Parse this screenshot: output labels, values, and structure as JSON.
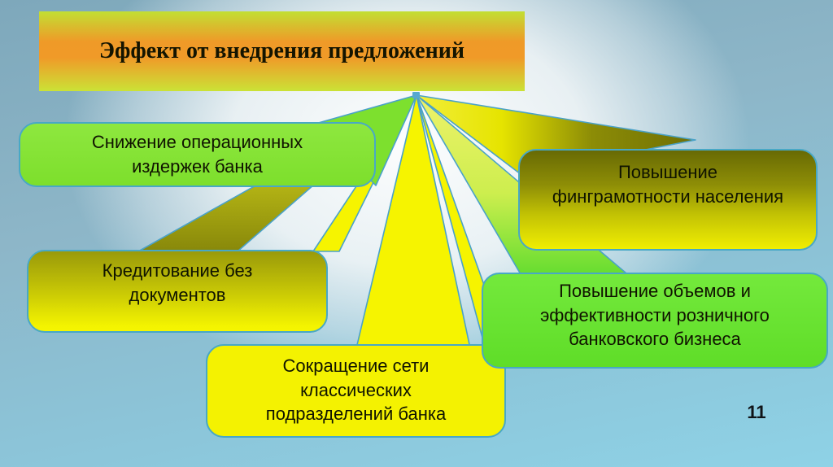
{
  "slide": {
    "title": "Эффект от внедрения предложений",
    "page_number": "11",
    "nodes": [
      {
        "id": "operational-costs",
        "label": "Снижение операционных\nиздержек банка"
      },
      {
        "id": "no-docs-lending",
        "label": "Кредитование без\nдокументов"
      },
      {
        "id": "branch-network-reduction",
        "label": "Сокращение сети\nклассических\nподразделений банка"
      },
      {
        "id": "financial-literacy",
        "label": "Повышение\nфинграмотности населения"
      },
      {
        "id": "retail-banking-growth",
        "label": "Повышение объемов и\nэффективности розничного\nбанковского бизнеса"
      }
    ],
    "colors": {
      "background_blue": "#8db6c8",
      "title_gradient_edge": "#c2df33",
      "title_gradient_center": "#f09a28",
      "green_node": "#7ddf2c",
      "yellow_node": "#f4f201",
      "olive_node_top": "#686a04",
      "node_border": "#48a8c6",
      "ray_yellow": "#f6f400",
      "text": "#101400"
    }
  }
}
